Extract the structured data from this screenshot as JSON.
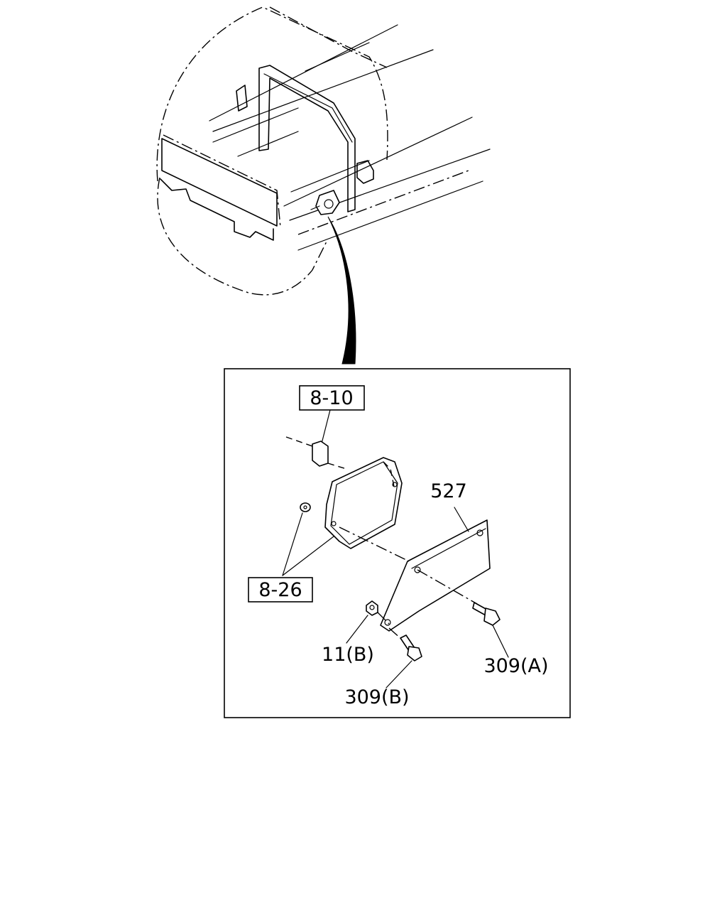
{
  "callouts": {
    "ref_8_10": "8-10",
    "ref_8_26": "8-26",
    "part_527": "527",
    "part_11b": "11(B)",
    "part_309a": "309(A)",
    "part_309b": "309(B)"
  },
  "colors": {
    "line": "#000000",
    "background": "#ffffff"
  }
}
